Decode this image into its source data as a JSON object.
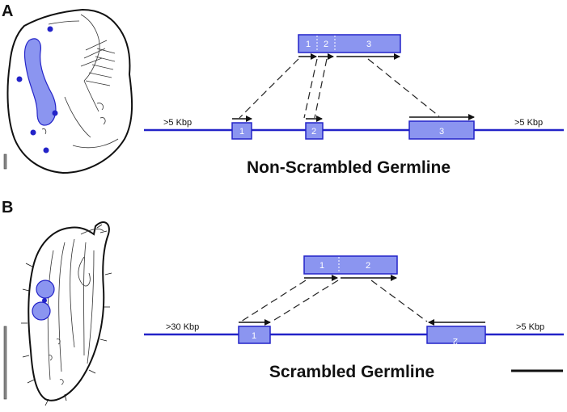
{
  "colors": {
    "accent": "#2323c8",
    "fill": "#8b95f0",
    "ink": "#111111"
  },
  "panel_a": {
    "label": "A",
    "macro_segments": [
      "1",
      "2",
      "3"
    ],
    "germline_segments": [
      "1",
      "2",
      "3"
    ],
    "left_flank": ">5 Kbp",
    "right_flank": ">5 Kbp",
    "caption": "Non-Scrambled Germline"
  },
  "panel_b": {
    "label": "B",
    "macro_segments": [
      "1",
      "2"
    ],
    "germline_segments": [
      "1",
      "2"
    ],
    "left_flank": ">30 Kbp",
    "right_flank": ">5 Kbp",
    "caption": "Scrambled Germline"
  }
}
